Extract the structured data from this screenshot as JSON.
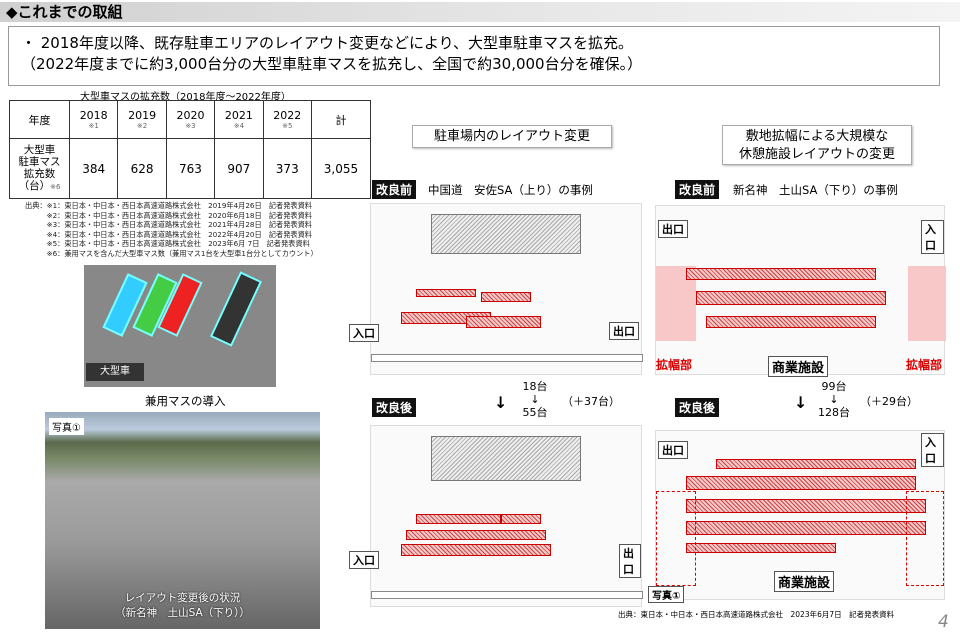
{
  "header": {
    "title": "◆これまでの取組"
  },
  "lead": {
    "line1": "・ 2018年度以降、既存駐車エリアのレイアウト変更などにより、大型車駐車マスを拡充。",
    "line2": "（2022年度までに約3,000台分の大型車駐車マスを拡充し、全国で約30,000台分を確保。）"
  },
  "table": {
    "title": "大型車マスの拡充数（2018年度～2022年度）",
    "row_header": "年度",
    "columns": [
      {
        "year": "2018",
        "note": "※1"
      },
      {
        "year": "2019",
        "note": "※2"
      },
      {
        "year": "2020",
        "note": "※3"
      },
      {
        "year": "2021",
        "note": "※4"
      },
      {
        "year": "2022",
        "note": "※5"
      },
      {
        "year": "計",
        "note": ""
      }
    ],
    "data_label": "大型車\n駐車マス\n拡充数\n（台）",
    "data_note": "※6",
    "values": [
      "384",
      "628",
      "763",
      "907",
      "373",
      "3,055"
    ]
  },
  "sources": "出典：※1：東日本・中日本・西日本高速道路株式会社　2019年4月26日　記者発表資料\n　　　※2：東日本・中日本・西日本高速道路株式会社　2020年6月18日　記者発表資料\n　　　※3：東日本・中日本・西日本高速道路株式会社　2021年4月28日　記者発表資料\n　　　※4：東日本・中日本・西日本高速道路株式会社　2022年4月20日　記者発表資料\n　　　※5：東日本・中日本・西日本高速道路株式会社　2023年6月 7日　記者発表資料\n　　　※6：兼用マスを含んだ大型車マス数（兼用マス1台を大型車1台分としてカウント）",
  "illustration": {
    "truck_label": "大型車",
    "caption": "兼用マスの導入"
  },
  "photo": {
    "tag": "写真①",
    "caption1": "レイアウト変更後の状況",
    "caption2": "（新名神　土山SA（下り））"
  },
  "left_case": {
    "title": "駐車場内のレイアウト変更",
    "before": "改良前",
    "name": "中国道　安佐SA（上り）の事例",
    "after": "改良後",
    "before_count": "18台",
    "after_count": "55台",
    "diff": "（＋37台）",
    "exit": "出口",
    "entrance": "入口"
  },
  "right_case": {
    "title1": "敷地拡幅による大規模な",
    "title2": "休憩施設レイアウトの変更",
    "before": "改良前",
    "name": "新名神　土山SA（下り）の事例",
    "after": "改良後",
    "before_count": "99台",
    "after_count": "128台",
    "diff": "（＋29台）",
    "exit": "出口",
    "entrance": "入口",
    "widen": "拡幅部",
    "commercial": "商業施設",
    "photo_tag": "写真①"
  },
  "arrow": "↓",
  "footer": {
    "source": "出典：東日本・中日本・西日本高速道路株式会社　2023年6月7日　記者発表資料",
    "page": "4"
  }
}
